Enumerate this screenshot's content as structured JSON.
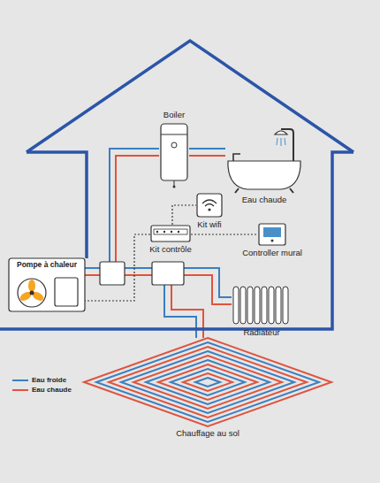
{
  "diagram": {
    "nodes": [
      {
        "text": [
          "Boiler"
        ]
      },
      {
        "text": [
          "Eau chaude"
        ]
      },
      {
        "text": [
          "Kit wifi"
        ]
      },
      {
        "text": [
          "Kit contrôle"
        ]
      },
      {
        "text": [
          "Controller mural"
        ]
      },
      {
        "text": [
          "Pompe à chaleur"
        ]
      },
      {
        "text": [
          "Radiateur"
        ]
      },
      {
        "text": [
          "Chauffage au sol"
        ]
      }
    ],
    "edges": [
      {
        "from": 5,
        "to": 0,
        "arrow": "none"
      },
      {
        "from": 5,
        "to": 6,
        "arrow": "none"
      },
      {
        "from": 5,
        "to": 7,
        "arrow": "none"
      },
      {
        "from": 0,
        "to": 1,
        "arrow": "none"
      },
      {
        "from": 3,
        "to": 2,
        "arrow": "none"
      },
      {
        "from": 3,
        "to": 4,
        "arrow": "none"
      },
      {
        "from": 3,
        "to": 5,
        "arrow": "none"
      }
    ],
    "legend": [
      {
        "text": "Eau froide"
      },
      {
        "text": "Eau chaude"
      }
    ]
  }
}
